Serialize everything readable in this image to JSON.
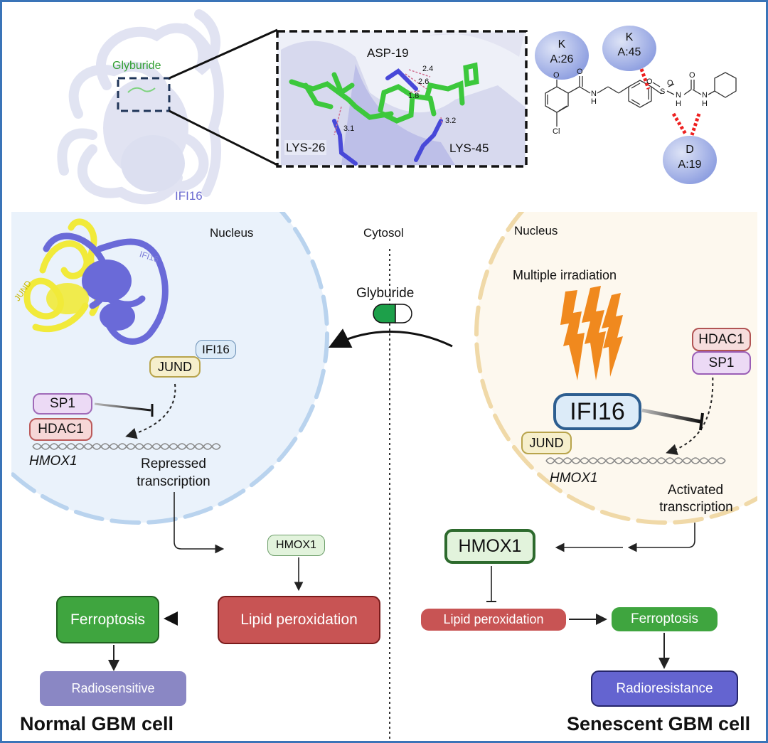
{
  "colors": {
    "frame": "#3a74b8",
    "normal_nucleus_fill": "#eaf2fb",
    "senescent_nucleus_fill": "#fdf8ee",
    "ligand_green": "#3cc83c",
    "residue_blue": "#4848d8",
    "lipid_red": "#c85454",
    "ferroptosis_green": "#3fa53f",
    "radiosensitive_purple": "#8a87c4",
    "radioresistance_purple": "#6464d0",
    "lightning_orange": "#f0891e",
    "hbond_red": "#ee2020"
  },
  "top_panel": {
    "protein_label": "IFI16",
    "ligand_label": "Glyburide",
    "docking_zoom": {
      "residues": [
        "ASP-19",
        "LYS-26",
        "LYS-45"
      ],
      "distances": [
        "2.4",
        "2.6",
        "1.8",
        "3.1",
        "3.2"
      ]
    },
    "interaction_2d": {
      "residues": [
        {
          "code": "K",
          "id": "A:26"
        },
        {
          "code": "K",
          "id": "A:45"
        },
        {
          "code": "D",
          "id": "A:19"
        }
      ],
      "atoms": {
        "O": "O",
        "N": "N",
        "H": "H",
        "S": "S",
        "Cl": "Cl"
      }
    }
  },
  "compartments": {
    "left_nucleus": "Nucleus",
    "cytosol": "Cytosol",
    "right_nucleus": "Nucleus"
  },
  "drug": {
    "label": "Glyburide",
    "icon": "capsule-icon"
  },
  "normal_cell": {
    "title": "Normal GBM cell",
    "complex_labels": {
      "ifi16": "IFI16",
      "jund": "JUND"
    },
    "tags": {
      "ifi16": "IFI16",
      "jund": "JUND",
      "sp1": "SP1",
      "hdac1": "HDAC1"
    },
    "gene": "HMOX1",
    "transcription": [
      "Repressed",
      "transcription"
    ],
    "hmox1": "HMOX1",
    "lipid": "Lipid peroxidation",
    "ferroptosis": "Ferroptosis",
    "outcome": "Radiosensitive"
  },
  "senescent_cell": {
    "title": "Senescent GBM cell",
    "irradiation": "Multiple irradiation",
    "irradiation_icon": "lightning-icon",
    "tags": {
      "hdac1": "HDAC1",
      "sp1": "SP1",
      "ifi16": "IFI16",
      "jund": "JUND"
    },
    "gene": "HMOX1",
    "transcription": [
      "Activated",
      "transcription"
    ],
    "hmox1": "HMOX1",
    "lipid": "Lipid peroxidation",
    "ferroptosis": "Ferroptosis",
    "outcome": "Radioresistance"
  }
}
